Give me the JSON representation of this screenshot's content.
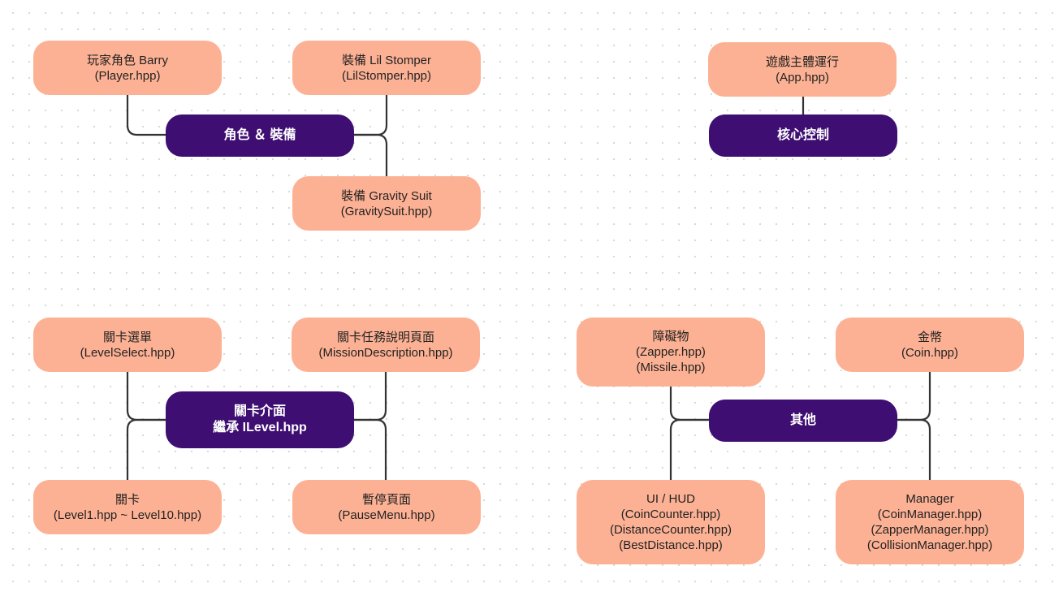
{
  "groups": {
    "character": {
      "hub": [
        "角色 ＆ 裝備"
      ],
      "player": [
        "玩家角色  Barry",
        "(Player.hpp)"
      ],
      "lil_stomper": [
        "裝備 Lil Stomper",
        "(LilStomper.hpp)"
      ],
      "gravity_suit": [
        "裝備 Gravity Suit",
        "(GravitySuit.hpp)"
      ]
    },
    "core": {
      "hub": [
        "核心控制"
      ],
      "app": [
        "遊戲主體運行",
        "(App.hpp)"
      ]
    },
    "levels": {
      "hub": [
        "關卡介面",
        "繼承 ILevel.hpp"
      ],
      "level_select": [
        "關卡選單",
        "(LevelSelect.hpp)"
      ],
      "mission_description": [
        "關卡任務說明頁面",
        "(MissionDescription.hpp)"
      ],
      "levels": [
        "關卡",
        "(Level1.hpp ~ Level10.hpp)"
      ],
      "pause_menu": [
        "暫停頁面",
        "(PauseMenu.hpp)"
      ]
    },
    "others": {
      "hub": [
        "其他"
      ],
      "obstacles": [
        "障礙物",
        "(Zapper.hpp)",
        "(Missile.hpp)"
      ],
      "coin": [
        "金幣",
        "(Coin.hpp)"
      ],
      "ui_hud": [
        "UI / HUD",
        "(CoinCounter.hpp)",
        "(DistanceCounter.hpp)",
        "(BestDistance.hpp)"
      ],
      "manager": [
        "Manager",
        "(CoinManager.hpp)",
        "(ZapperManager.hpp)",
        "(CollisionManager.hpp)"
      ]
    }
  },
  "colors": {
    "hub_fill": "#3e0e72",
    "leaf_fill": "#fdb194",
    "connector": "#333333"
  }
}
